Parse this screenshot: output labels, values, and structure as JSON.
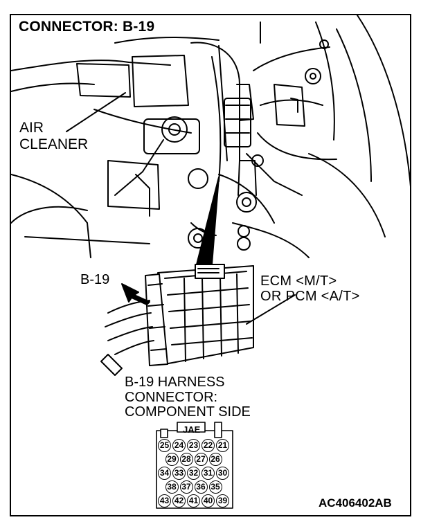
{
  "title": "CONNECTOR: B-19",
  "labels": {
    "air_cleaner_line1": "AIR",
    "air_cleaner_line2": "CLEANER",
    "b19": "B-19",
    "ecm_line1": "ECM <M/T>",
    "ecm_line2": "OR PCM <A/T>",
    "harness_line1": "B-19 HARNESS",
    "harness_line2": "CONNECTOR:",
    "harness_line3": "COMPONENT SIDE",
    "jae": "JAE"
  },
  "pin_rows": [
    [
      "25",
      "24",
      "23",
      "22",
      "21"
    ],
    [
      "29",
      "28",
      "27",
      "26"
    ],
    [
      "34",
      "33",
      "32",
      "31",
      "30"
    ],
    [
      "38",
      "37",
      "36",
      "35"
    ],
    [
      "43",
      "42",
      "41",
      "40",
      "39"
    ]
  ],
  "figure_code": "AC406402AB"
}
